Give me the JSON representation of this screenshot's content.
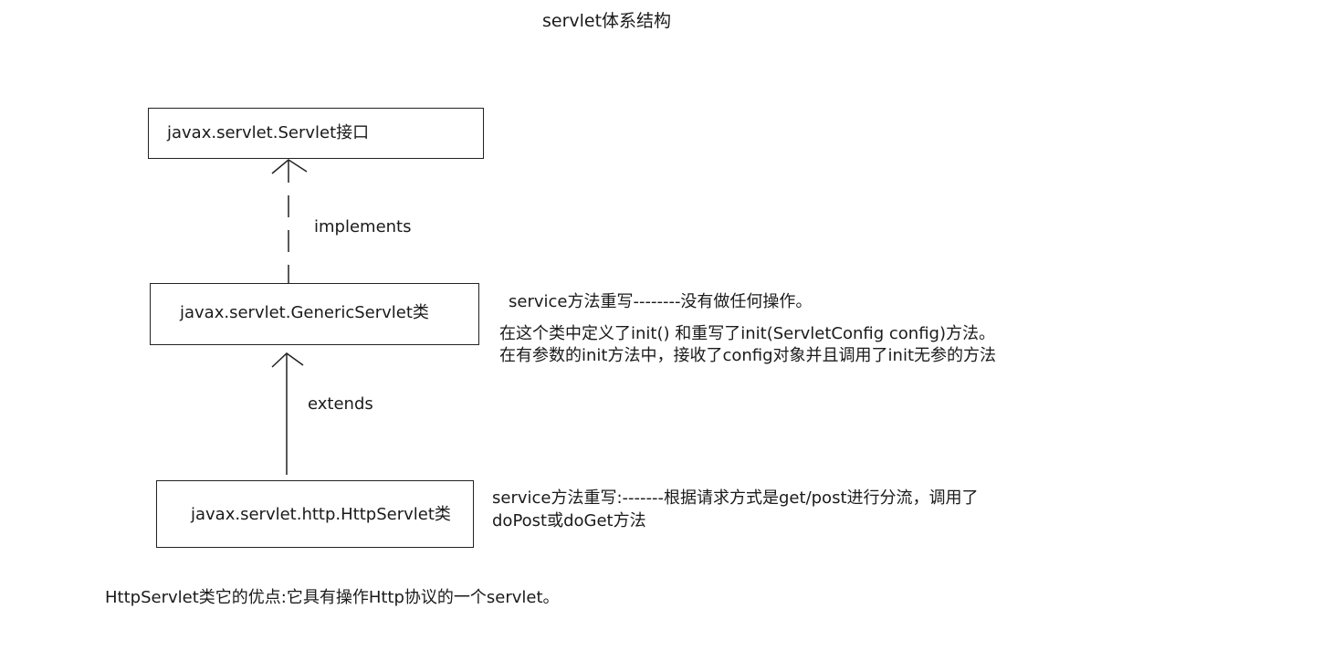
{
  "title": "servlet体系结构",
  "nodes": {
    "servlet_interface": "javax.servlet.Servlet接口",
    "generic_servlet": "javax.servlet.GenericServlet类",
    "http_servlet": "javax.servlet.http.HttpServlet类"
  },
  "relations": {
    "implements": "implements",
    "extends": "extends"
  },
  "notes": {
    "generic": [
      "service方法重写--------没有做任何操作。",
      "在这个类中定义了init()   和重写了init(ServletConfig config)方法。",
      "在有参数的init方法中，接收了config对象并且调用了init无参的方法"
    ],
    "http": [
      "service方法重写:-------根据请求方式是get/post进行分流，调用了",
      "doPost或doGet方法"
    ]
  },
  "footer": "HttpServlet类它的优点:它具有操作Http协议的一个servlet。"
}
